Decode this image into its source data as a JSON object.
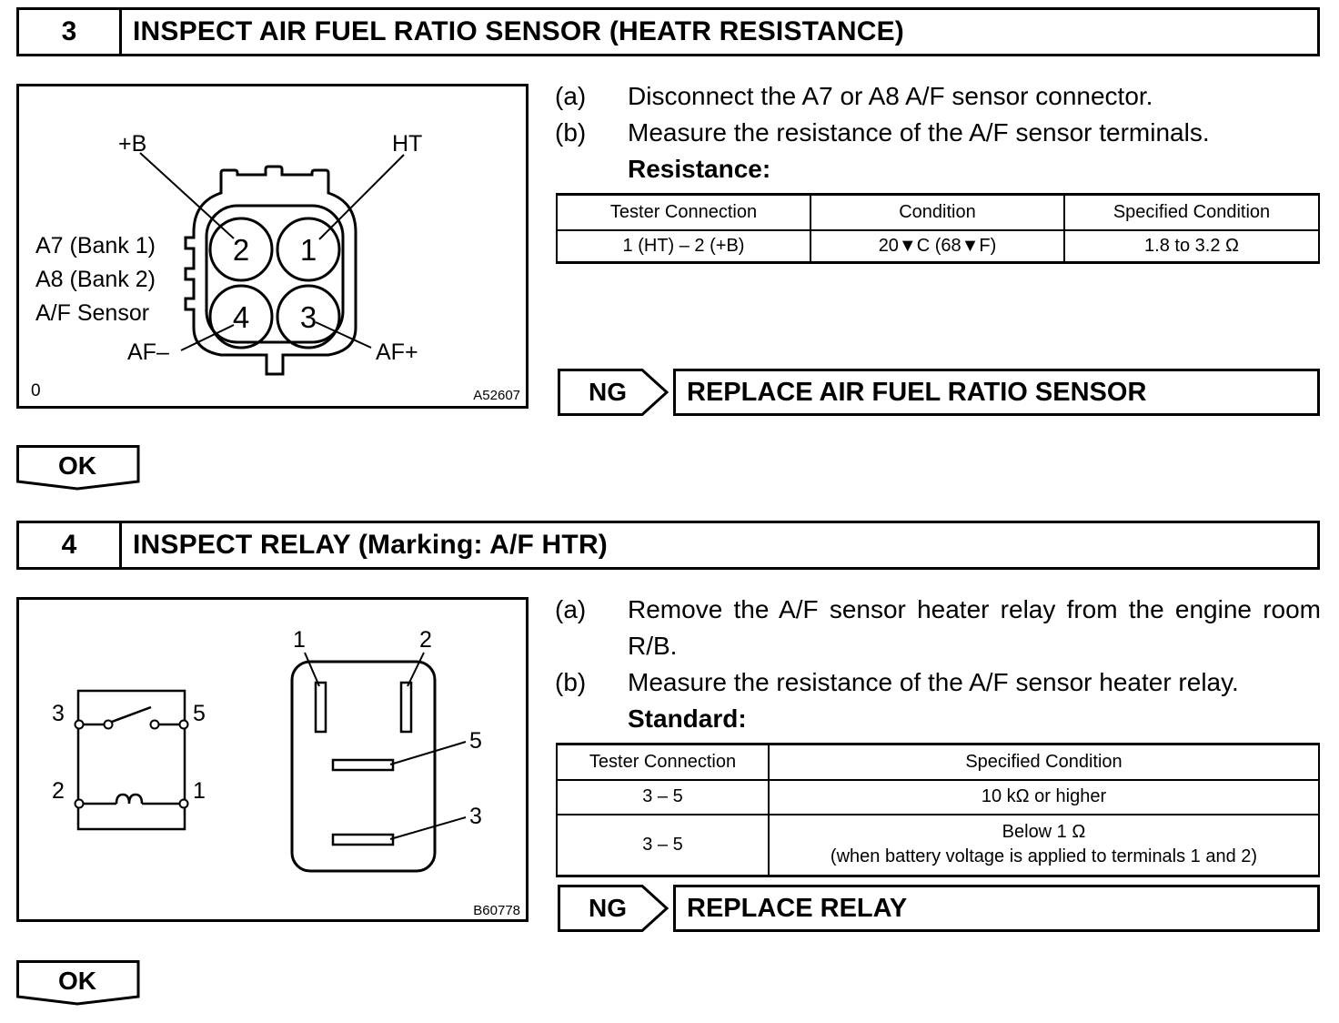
{
  "step3": {
    "number": "3",
    "title": "INSPECT AIR FUEL RATIO SENSOR (HEATR RESISTANCE)",
    "figure": {
      "pin_labels": {
        "plus_b": "+B",
        "ht": "HT",
        "af_minus": "AF–",
        "af_plus": "AF+"
      },
      "pins": [
        "2",
        "1",
        "4",
        "3"
      ],
      "connector_lines": [
        "A7 (Bank 1)",
        "A8 (Bank 2)",
        "A/F Sensor"
      ],
      "corner_mark": "0",
      "code": "A52607"
    },
    "instructions": [
      {
        "label": "(a)",
        "text": "Disconnect the A7 or A8 A/F sensor connector."
      },
      {
        "label": "(b)",
        "text": "Measure the resistance of the A/F sensor terminals."
      }
    ],
    "table_heading": "Resistance:",
    "table": {
      "headers": [
        "Tester Connection",
        "Condition",
        "Specified Condition"
      ],
      "rows": [
        [
          "1 (HT) – 2 (+B)",
          "20▼C (68▼F)",
          "1.8 to 3.2 Ω"
        ]
      ]
    },
    "ng_label": "NG",
    "ng_action": "REPLACE AIR FUEL RATIO SENSOR",
    "ok_label": "OK"
  },
  "step4": {
    "number": "4",
    "title": "INSPECT RELAY (Marking: A/F HTR)",
    "figure": {
      "schematic_terminals": [
        "3",
        "5",
        "2",
        "1"
      ],
      "relay_pins": [
        "1",
        "2",
        "5",
        "3"
      ],
      "code": "B60778"
    },
    "instructions": [
      {
        "label": "(a)",
        "text": "Remove the A/F sensor heater relay from the engine room R/B."
      },
      {
        "label": "(b)",
        "text": "Measure the resistance of the A/F sensor heater relay."
      }
    ],
    "table_heading": "Standard:",
    "table": {
      "headers": [
        "Tester Connection",
        "Specified Condition"
      ],
      "rows": [
        [
          "3 – 5",
          "10 kΩ or higher"
        ],
        [
          "3 – 5",
          "Below 1 Ω",
          "(when battery voltage is applied to terminals 1 and 2)"
        ]
      ]
    },
    "ng_label": "NG",
    "ng_action": "REPLACE RELAY",
    "ok_label": "OK"
  }
}
